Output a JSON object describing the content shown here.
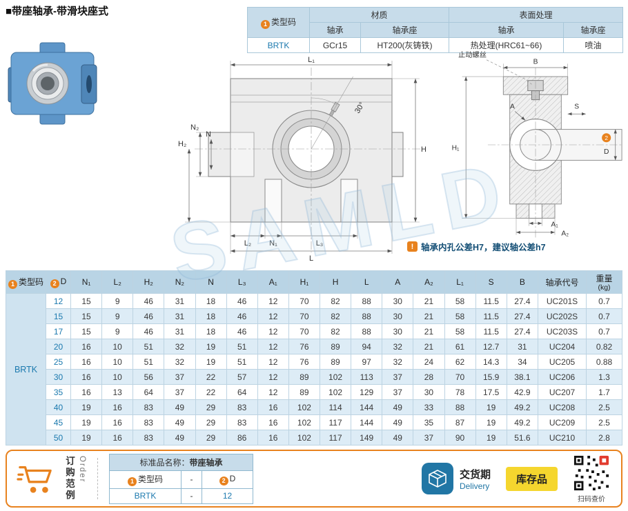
{
  "page_title": "■带座轴承-带滑块座式",
  "watermark": "SAMLD",
  "spec_table": {
    "col_type_num": "1",
    "col_type_label": "类型码",
    "material_label": "材质",
    "surface_label": "表面处理",
    "sub_headers": [
      "轴承",
      "轴承座",
      "轴承",
      "轴承座"
    ],
    "row": [
      "BRTK",
      "GCr15",
      "HT200(灰铸铁)",
      "热处理(HRC61~66)",
      "喷油"
    ]
  },
  "drawing": {
    "front_labels": {
      "l1": "L₁",
      "h2": "H₂",
      "n2": "N₂",
      "n": "N",
      "l2": "L₂",
      "n1": "N₁",
      "l3": "L₃",
      "l": "L",
      "h": "H",
      "angle": "30°"
    },
    "side_labels": {
      "set_screw": "止动螺丝",
      "b": "B",
      "a": "A",
      "s": "S",
      "h1": "H₁",
      "d_num": "2",
      "d": "D",
      "a1": "A₁",
      "a2": "A₂"
    },
    "note": "轴承内孔公差H7，建议轴公差h7"
  },
  "main_table": {
    "type_code": "BRTK",
    "headers": [
      {
        "num": "1",
        "label": "类型码"
      },
      {
        "num": "2",
        "label": "D"
      },
      {
        "label": "N₁"
      },
      {
        "label": "L₂"
      },
      {
        "label": "H₂"
      },
      {
        "label": "N₂"
      },
      {
        "label": "N"
      },
      {
        "label": "L₃"
      },
      {
        "label": "A₁"
      },
      {
        "label": "H₁"
      },
      {
        "label": "H"
      },
      {
        "label": "L"
      },
      {
        "label": "A"
      },
      {
        "label": "A₂"
      },
      {
        "label": "L₁"
      },
      {
        "label": "S"
      },
      {
        "label": "B"
      },
      {
        "label": "轴承代号"
      },
      {
        "label": "重量",
        "sub": "(kg)"
      }
    ],
    "rows": [
      [
        "12",
        "15",
        "9",
        "46",
        "31",
        "18",
        "46",
        "12",
        "70",
        "82",
        "88",
        "30",
        "21",
        "58",
        "11.5",
        "27.4",
        "UC201S",
        "0.7"
      ],
      [
        "15",
        "15",
        "9",
        "46",
        "31",
        "18",
        "46",
        "12",
        "70",
        "82",
        "88",
        "30",
        "21",
        "58",
        "11.5",
        "27.4",
        "UC202S",
        "0.7"
      ],
      [
        "17",
        "15",
        "9",
        "46",
        "31",
        "18",
        "46",
        "12",
        "70",
        "82",
        "88",
        "30",
        "21",
        "58",
        "11.5",
        "27.4",
        "UC203S",
        "0.7"
      ],
      [
        "20",
        "16",
        "10",
        "51",
        "32",
        "19",
        "51",
        "12",
        "76",
        "89",
        "94",
        "32",
        "21",
        "61",
        "12.7",
        "31",
        "UC204",
        "0.82"
      ],
      [
        "25",
        "16",
        "10",
        "51",
        "32",
        "19",
        "51",
        "12",
        "76",
        "89",
        "97",
        "32",
        "24",
        "62",
        "14.3",
        "34",
        "UC205",
        "0.88"
      ],
      [
        "30",
        "16",
        "10",
        "56",
        "37",
        "22",
        "57",
        "12",
        "89",
        "102",
        "113",
        "37",
        "28",
        "70",
        "15.9",
        "38.1",
        "UC206",
        "1.3"
      ],
      [
        "35",
        "16",
        "13",
        "64",
        "37",
        "22",
        "64",
        "12",
        "89",
        "102",
        "129",
        "37",
        "30",
        "78",
        "17.5",
        "42.9",
        "UC207",
        "1.7"
      ],
      [
        "40",
        "19",
        "16",
        "83",
        "49",
        "29",
        "83",
        "16",
        "102",
        "114",
        "144",
        "49",
        "33",
        "88",
        "19",
        "49.2",
        "UC208",
        "2.5"
      ],
      [
        "45",
        "19",
        "16",
        "83",
        "49",
        "29",
        "83",
        "16",
        "102",
        "117",
        "144",
        "49",
        "35",
        "87",
        "19",
        "49.2",
        "UC209",
        "2.5"
      ],
      [
        "50",
        "19",
        "16",
        "83",
        "49",
        "29",
        "86",
        "16",
        "102",
        "117",
        "149",
        "49",
        "37",
        "90",
        "19",
        "51.6",
        "UC210",
        "2.8"
      ]
    ]
  },
  "footer": {
    "order_cn": "订购范例",
    "order_en": "Order",
    "name_label": "标准品名称：",
    "name_value": "带座轴承",
    "ex_col1_num": "1",
    "ex_col1": "类型码",
    "ex_col2_num": "2",
    "ex_col2": "D",
    "ex_dash": "-",
    "ex_code": "BRTK",
    "ex_d": "12",
    "delivery_cn": "交货期",
    "delivery_en": "Delivery",
    "stock_label": "库存品",
    "qr_caption": "扫码查价"
  }
}
